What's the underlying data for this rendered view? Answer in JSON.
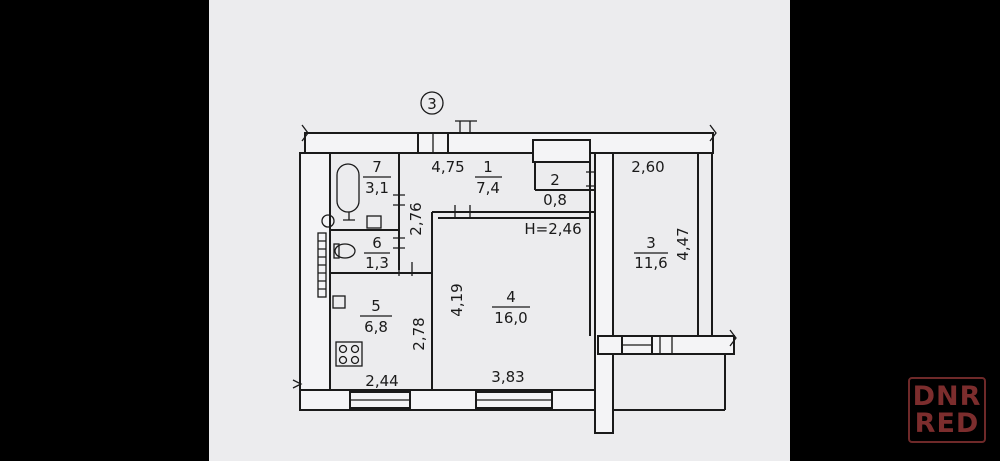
{
  "plan": {
    "section_marker": "3",
    "ceiling_height": "Н=2,46",
    "rooms": [
      {
        "number": "1",
        "area": "7,4"
      },
      {
        "number": "2",
        "area": "0,8"
      },
      {
        "number": "3",
        "area": "11,6"
      },
      {
        "number": "4",
        "area": "16,0"
      },
      {
        "number": "5",
        "area": "6,8"
      },
      {
        "number": "6",
        "area": "1,3"
      },
      {
        "number": "7",
        "area": "3,1"
      }
    ],
    "dimensions": {
      "hall_length": "4,75",
      "room3_width": "2,60",
      "room3_length": "4,47",
      "hall_width": "2,76",
      "room4_length": "4,19",
      "room4_width": "3,83",
      "kitchen_length": "2,78",
      "kitchen_width": "2,44"
    }
  },
  "watermark": {
    "line1": "DNR",
    "line2": "RED",
    "color": "#8a3232"
  }
}
